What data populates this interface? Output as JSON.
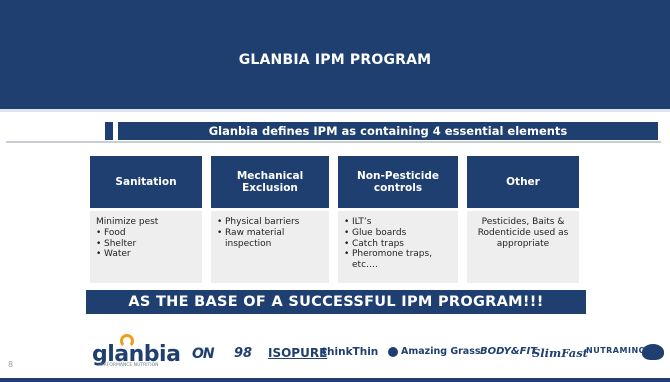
{
  "slide": {
    "title": "GLANBIA IPM PROGRAM",
    "subtitle": "Glanbia defines IPM as containing 4 essential elements",
    "columns": [
      {
        "heading": "Sanitation",
        "intro": "Minimize pest",
        "items": [
          "Food",
          "Shelter",
          "Water"
        ]
      },
      {
        "heading": "Mechanical Exclusion",
        "items": [
          "Physical barriers",
          "Raw material inspection"
        ]
      },
      {
        "heading": "Non-Pesticide controls",
        "items": [
          "ILT’s",
          "Glue boards",
          "Catch traps",
          "Pheromone traps, etc…."
        ]
      },
      {
        "heading": "Other",
        "text": "Pesticides, Baits & Rodenticide used as appropriate"
      }
    ],
    "banner": "AS THE BASE OF A SUCCESSFUL IPM PROGRAM!!!",
    "page_number": "8"
  },
  "footer_logos": {
    "glanbia": "glanbia",
    "glanbia_sub": "PERFORMANCE NUTRITION",
    "on": "ON",
    "o98": "98",
    "isopure": "ISOPURE",
    "thinkthin": "thinkThin",
    "amazing": "Amazing Grass",
    "bodyfit": "BODY&FIT",
    "slimfast": "SlimFast",
    "nutramino": "NUTRAMINO"
  },
  "colors": {
    "navy": "#1f3f70",
    "body_bg": "#eeeeee",
    "accent_orange": "#f39c1b"
  }
}
